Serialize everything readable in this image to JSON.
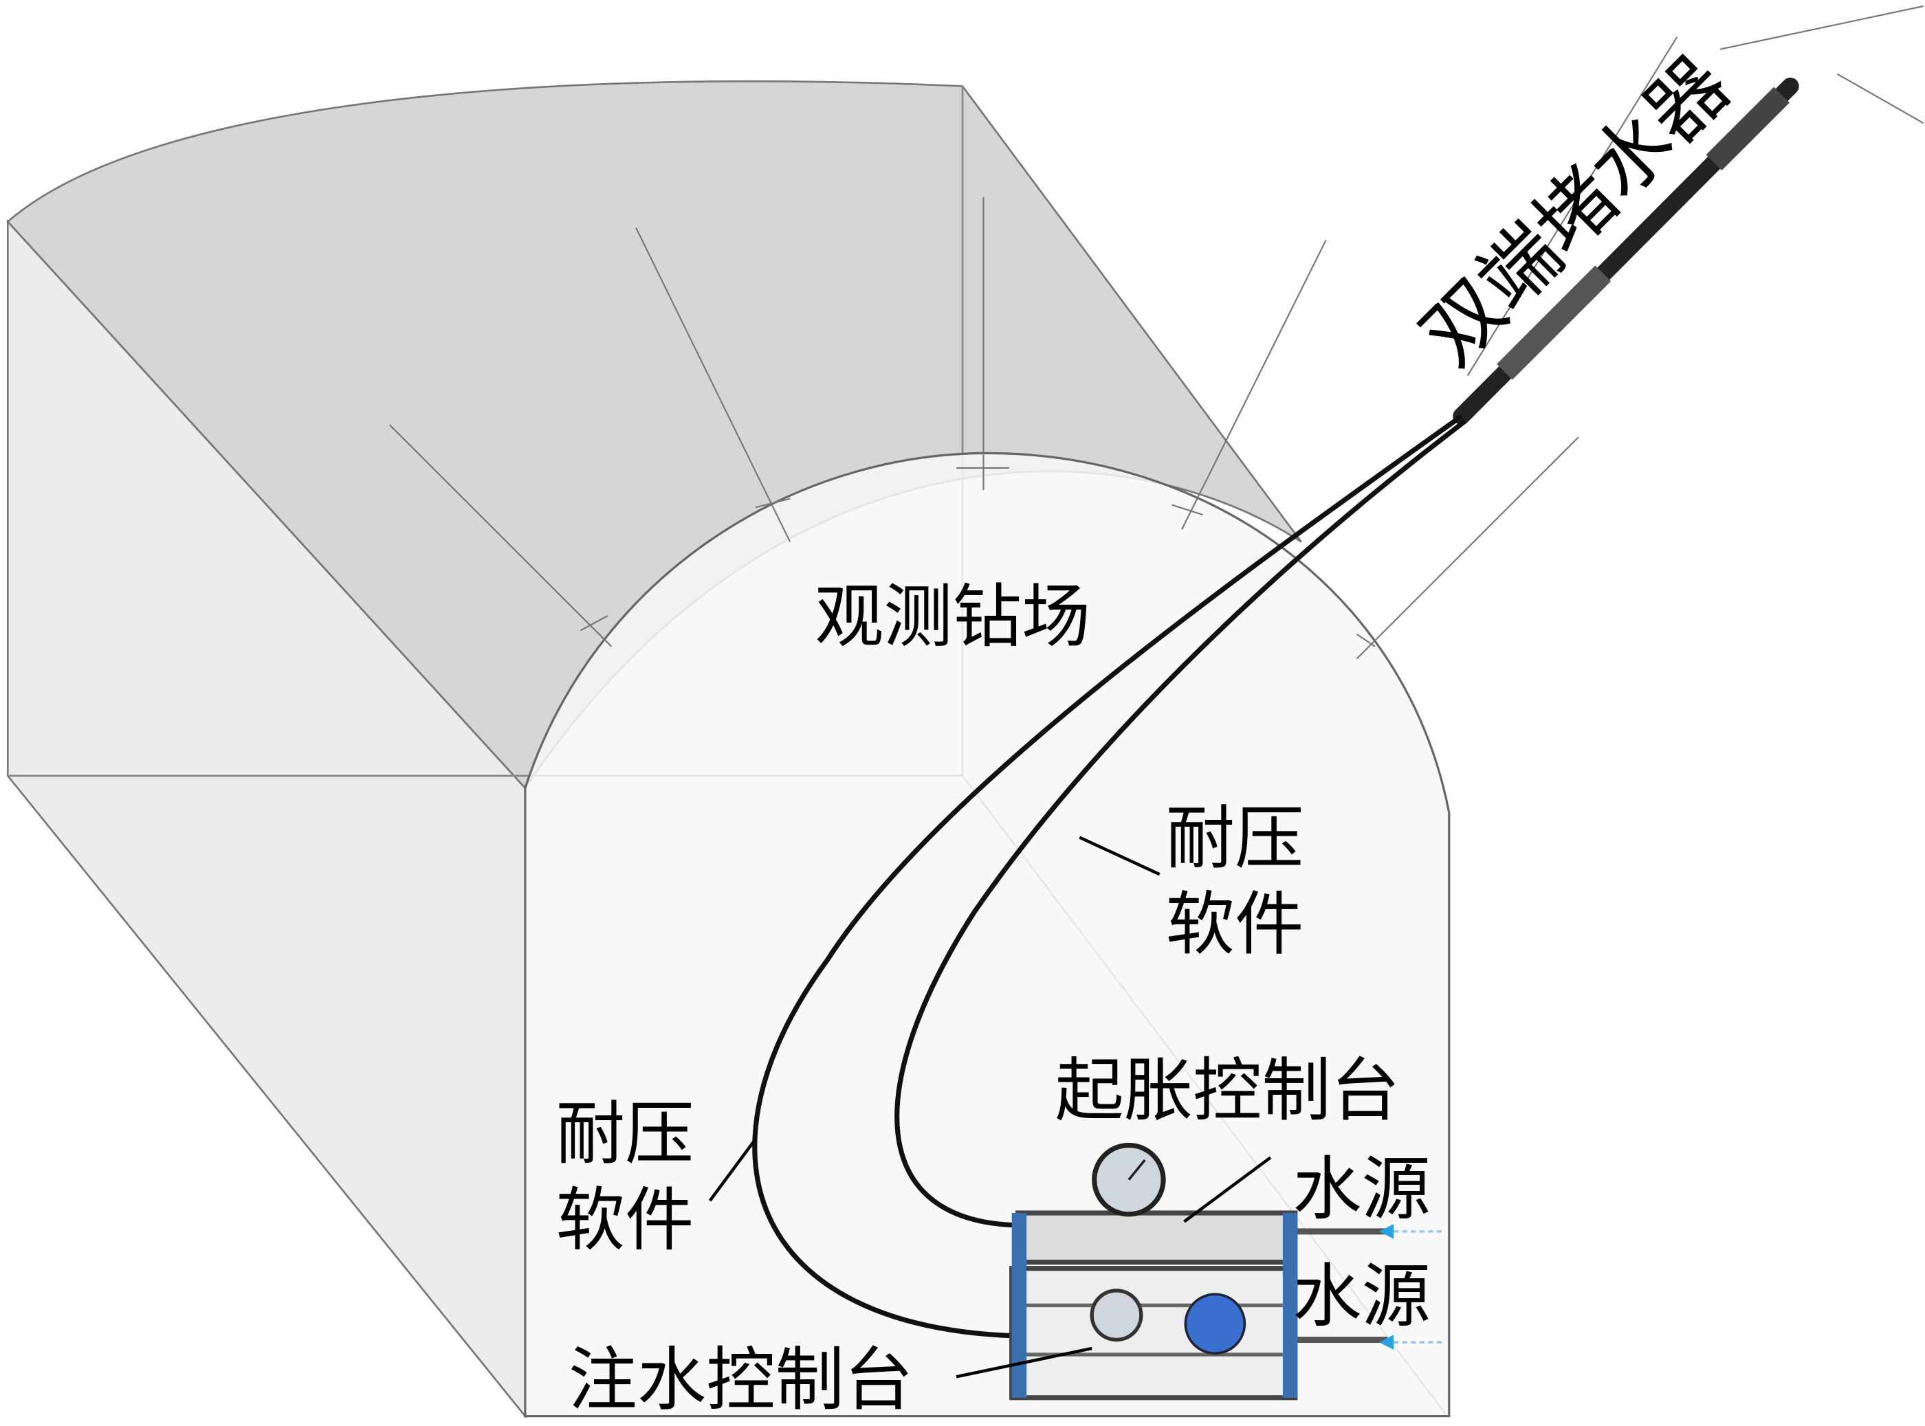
{
  "labels": {
    "packer": "双端堵水器",
    "drill_site": "观测钻场",
    "hose_right_line1": "耐压",
    "hose_right_line2": "软件",
    "hose_left_line1": "耐压",
    "hose_left_line2": "软件",
    "inflation_console": "起胀控制台",
    "water_source_1": "水源",
    "water_source_2": "水源",
    "injection_console": "注水控制台"
  },
  "colors": {
    "top_surface": "#d6d6d6",
    "side_surface": "#ececec",
    "front_face": "#f7f7f7",
    "water_inlet": "#2aa0e0",
    "frame_blue": "#3a6fb0"
  }
}
